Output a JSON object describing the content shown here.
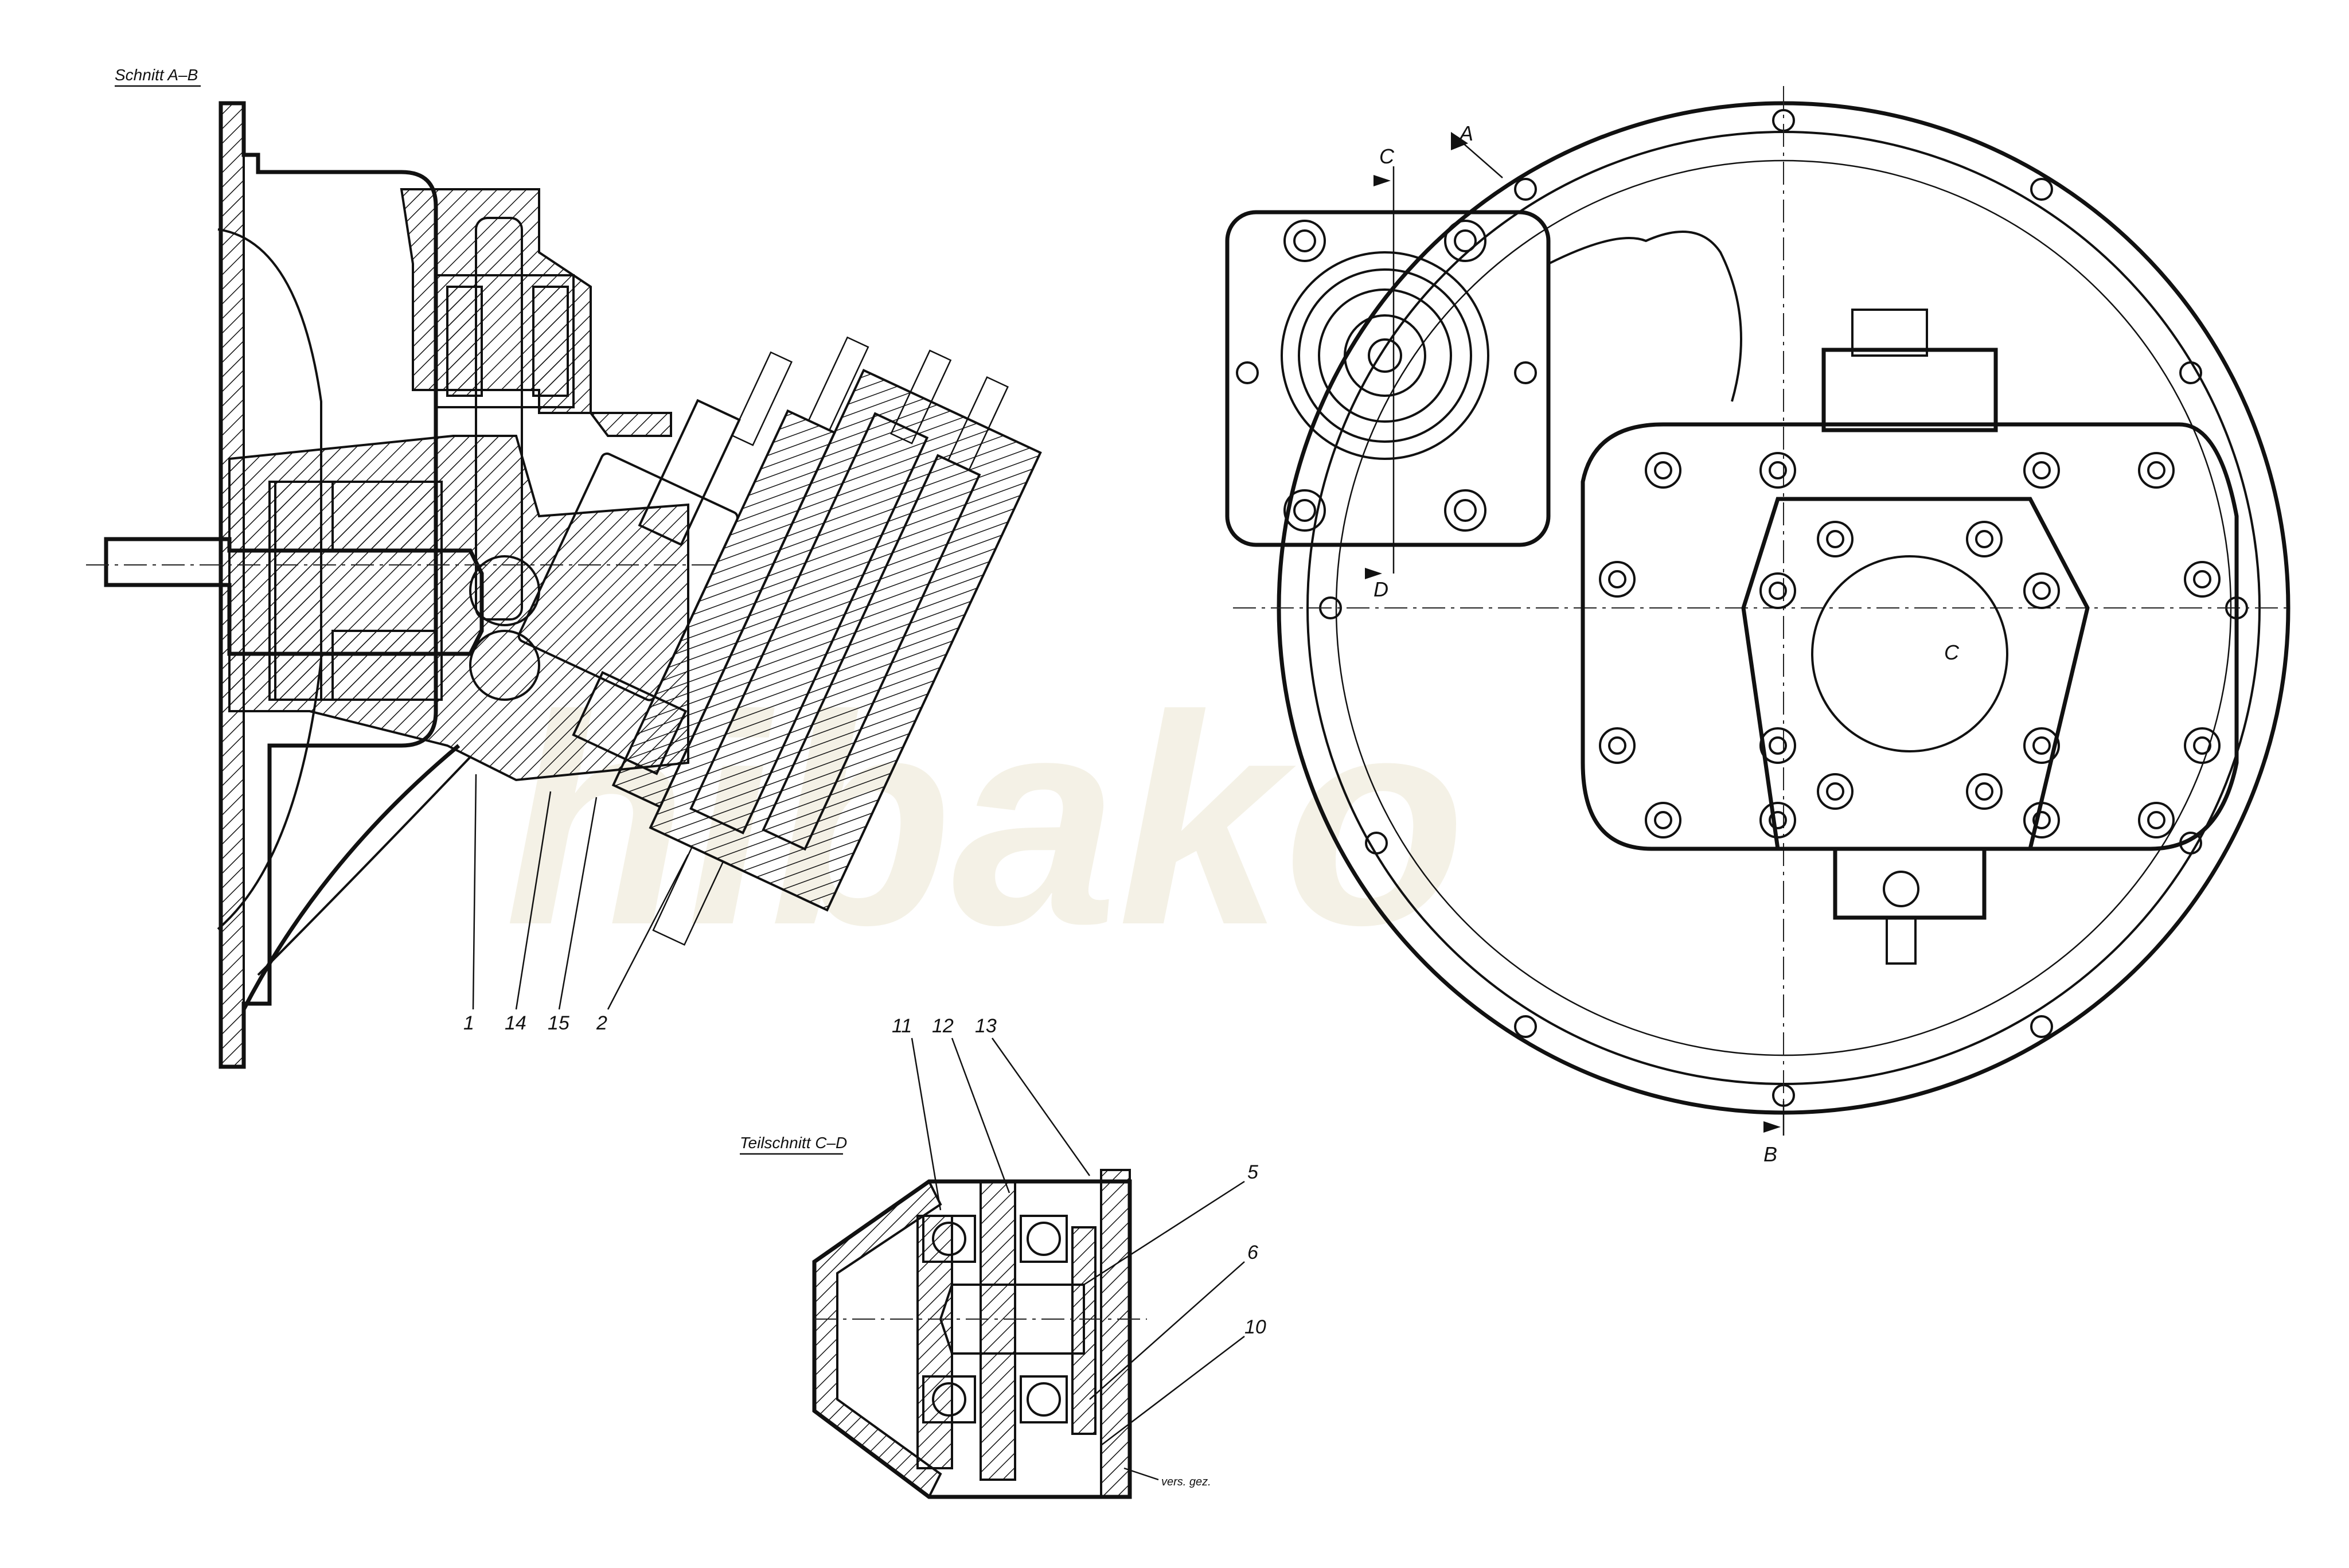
{
  "section_titles": {
    "main_section": "Schnitt A–B",
    "partial_section": "Teilschnitt C–D",
    "note": "vers. gez."
  },
  "section_markers": {
    "a": "A",
    "b": "B",
    "c": "C",
    "d": "D",
    "c_center": "C"
  },
  "callouts": {
    "n1": "1",
    "n2": "2",
    "n5": "5",
    "n6": "6",
    "n10": "10",
    "n11": "11",
    "n12": "12",
    "n13": "13",
    "n14": "14",
    "n15": "15"
  },
  "watermark": "hibako",
  "colors": {
    "line": "#111111",
    "watermark": "#d9d0a8"
  }
}
